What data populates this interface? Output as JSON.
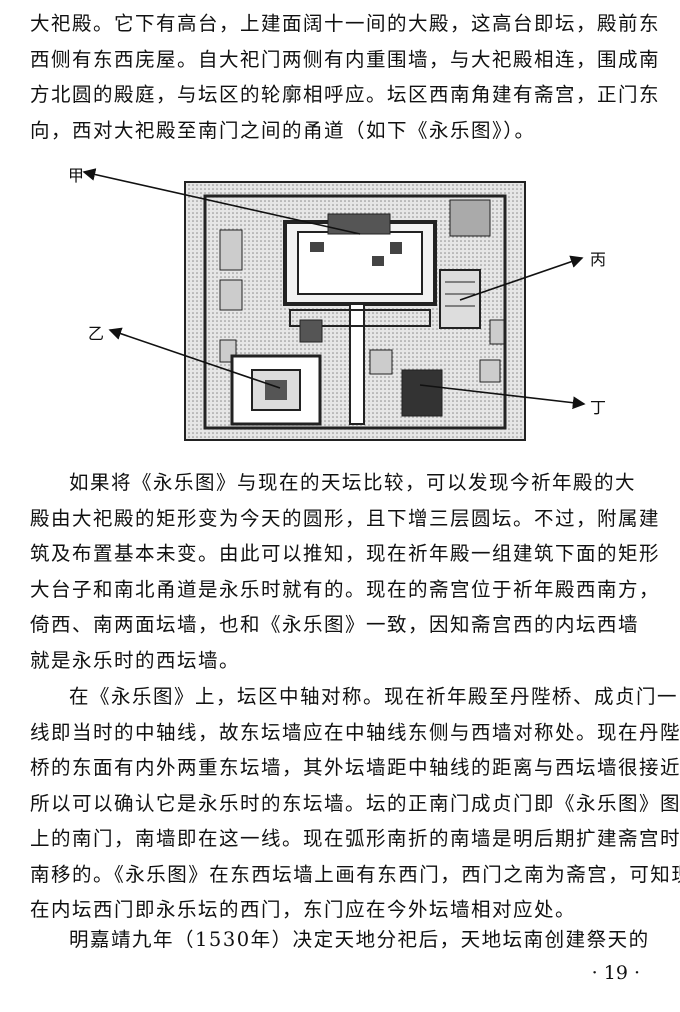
{
  "paragraphs": [
    {
      "lines": [
        "大祀殿。它下有高台，上建面阔十一间的大殿，这高台即坛，殿前东",
        "西侧有东西庑屋。自大祀门两侧有内重围墙，与大祀殿相连，围成南",
        "方北圆的殿庭，与坛区的轮廓相呼应。坛区西南角建有斋宫，正门东",
        "向，西对大祀殿至南门之间的甬道（如下《永乐图》）。"
      ]
    },
    {
      "lines": [
        "如果将《永乐图》与现在的天坛比较，可以发现今祈年殿的大",
        "殿由大祀殿的矩形变为今天的圆形，且下增三层圆坛。不过，附属建",
        "筑及布置基本未变。由此可以推知，现在祈年殿一组建筑下面的矩形",
        "大台子和南北甬道是永乐时就有的。现在的斋宫位于祈年殿西南方，",
        "倚西、南两面坛墙，也和《永乐图》一致，因知斋宫西的内坛西墙",
        "就是永乐时的西坛墙。"
      ]
    },
    {
      "lines": [
        "在《永乐图》上，坛区中轴对称。现在祈年殿至丹陛桥、成贞门一",
        "线即当时的中轴线，故东坛墙应在中轴线东侧与西墙对称处。现在丹陛",
        "桥的东面有内外两重东坛墙，其外坛墙距中轴线的距离与西坛墙很接近，",
        "所以可以确认它是永乐时的东坛墙。坛的正南门成贞门即《永乐图》图",
        "上的南门，南墙即在这一线。现在弧形南折的南墙是明后期扩建斋宫时",
        "南移的。《永乐图》在东西坛墙上画有东西门，西门之南为斋宫，可知现",
        "在内坛西门即永乐坛的西门，东门应在今外坛墙相对应处。"
      ]
    },
    {
      "lines": [
        "明嘉靖九年（1530年）决定天地分祀后，天地坛南创建祭天的"
      ]
    }
  ],
  "figure": {
    "labels": {
      "jia": "甲",
      "bing": "丙",
      "yi": "乙",
      "ding": "丁"
    }
  },
  "page_number": "· 19 ·"
}
